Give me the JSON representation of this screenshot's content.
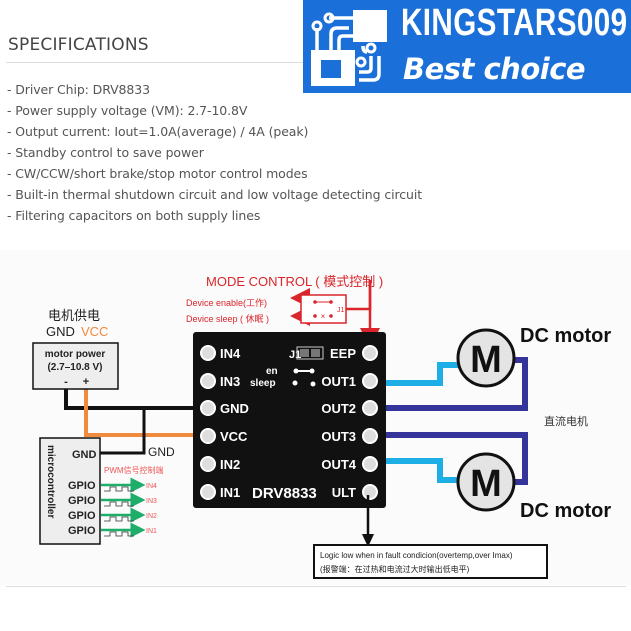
{
  "specifications": {
    "title": "SPECIFICATIONS",
    "items": [
      "- Driver Chip: DRV8833",
      "- Power supply voltage (VM): 2.7-10.8V",
      "- Output current: Iout=1.0A(average) / 4A (peak)",
      "- Standby control to save power",
      "- CW/CCW/short brake/stop motor control modes",
      "- Built-in thermal shutdown circuit and low voltage detecting circuit",
      "- Filtering capacitors on both supply lines"
    ]
  },
  "banner": {
    "title": "KINGSTARS009",
    "subtitle": "Best choice",
    "icon": "circuit-chip-icon",
    "color": "#1a6fd8"
  },
  "diagram": {
    "mode_control": {
      "title": "MODE CONTROL ( 模式控制 )",
      "enable_label": "Device enable(工作)",
      "sleep_label": "Device sleep ( 休眠 )",
      "jumper_label": "J1",
      "color": "#d9252b"
    },
    "motor_power": {
      "header_cn": "电机供电",
      "gnd_label": "GND",
      "vcc_label": "VCC",
      "box_line1": "motor power",
      "box_line2": "(2.7–10.8 V)",
      "minus": "-",
      "plus": "+"
    },
    "microcontroller": {
      "label": "microcontroller",
      "gnd_pin": "GND",
      "gnd_wire_label": "GND",
      "pwm_label": "PWM信号控制端",
      "gpio_pins": [
        "GPIO",
        "GPIO",
        "GPIO",
        "GPIO"
      ],
      "targets": [
        "IN4",
        "IN3",
        "IN2",
        "IN1"
      ]
    },
    "board": {
      "name": "DRV8833",
      "left_pins": [
        "IN4",
        "IN3",
        "GND",
        "VCC",
        "IN2",
        "IN1"
      ],
      "right_pins": [
        "EEP",
        "OUT1",
        "OUT2",
        "OUT3",
        "OUT4",
        "ULT"
      ],
      "jumper": "J1",
      "en_label": "en",
      "sleep_label": "sleep"
    },
    "motors": {
      "label_top": "DC motor",
      "label_bottom": "DC motor",
      "symbol": "M",
      "label_cn": "直流电机"
    },
    "fault_note": {
      "line1": "Logic low when in fault condicion(overtemp,over Imax)",
      "line2": "(报警端：在过热和电流过大时输出低电平)"
    },
    "wire_colors": {
      "gnd": "#111111",
      "vcc": "#f08a3c",
      "out_light": "#1eaee6",
      "out_dark": "#35349a",
      "pwm": "#1fae6a",
      "mode": "#d9252b"
    }
  }
}
